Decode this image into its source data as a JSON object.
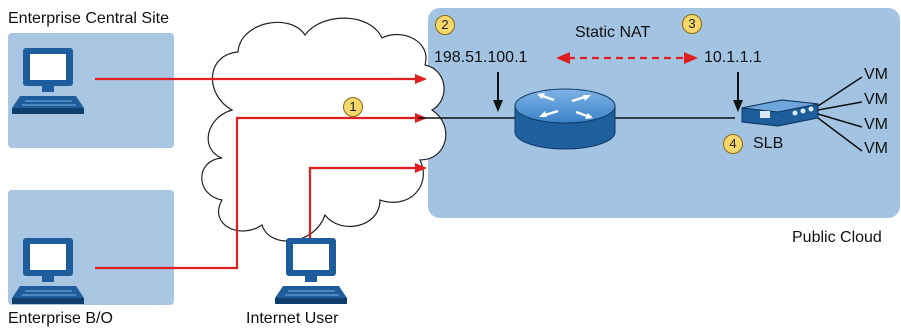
{
  "labels": {
    "central_site": "Enterprise Central Site",
    "branch_office": "Enterprise B/O",
    "internet_user": "Internet User",
    "public_cloud": "Public Cloud",
    "static_nat": "Static NAT",
    "public_ip": "198.51.100.1",
    "private_ip": "10.1.1.1",
    "slb": "SLB",
    "vms": [
      "VM",
      "VM",
      "VM",
      "VM"
    ]
  },
  "steps": [
    "1",
    "2",
    "3",
    "4"
  ],
  "colors": {
    "site_box": "#a9c6e3",
    "cloud_region": "#a3c3e2",
    "internet_cloud": "#ffffff",
    "flow_line": "#e02020",
    "nat_arrow": "#e02020",
    "router": "#2f78c0",
    "step_badge": "#f6d76a"
  },
  "icons": [
    "desktop-computer-icon",
    "router-icon",
    "server-load-balancer-icon",
    "internet-cloud-icon"
  ]
}
